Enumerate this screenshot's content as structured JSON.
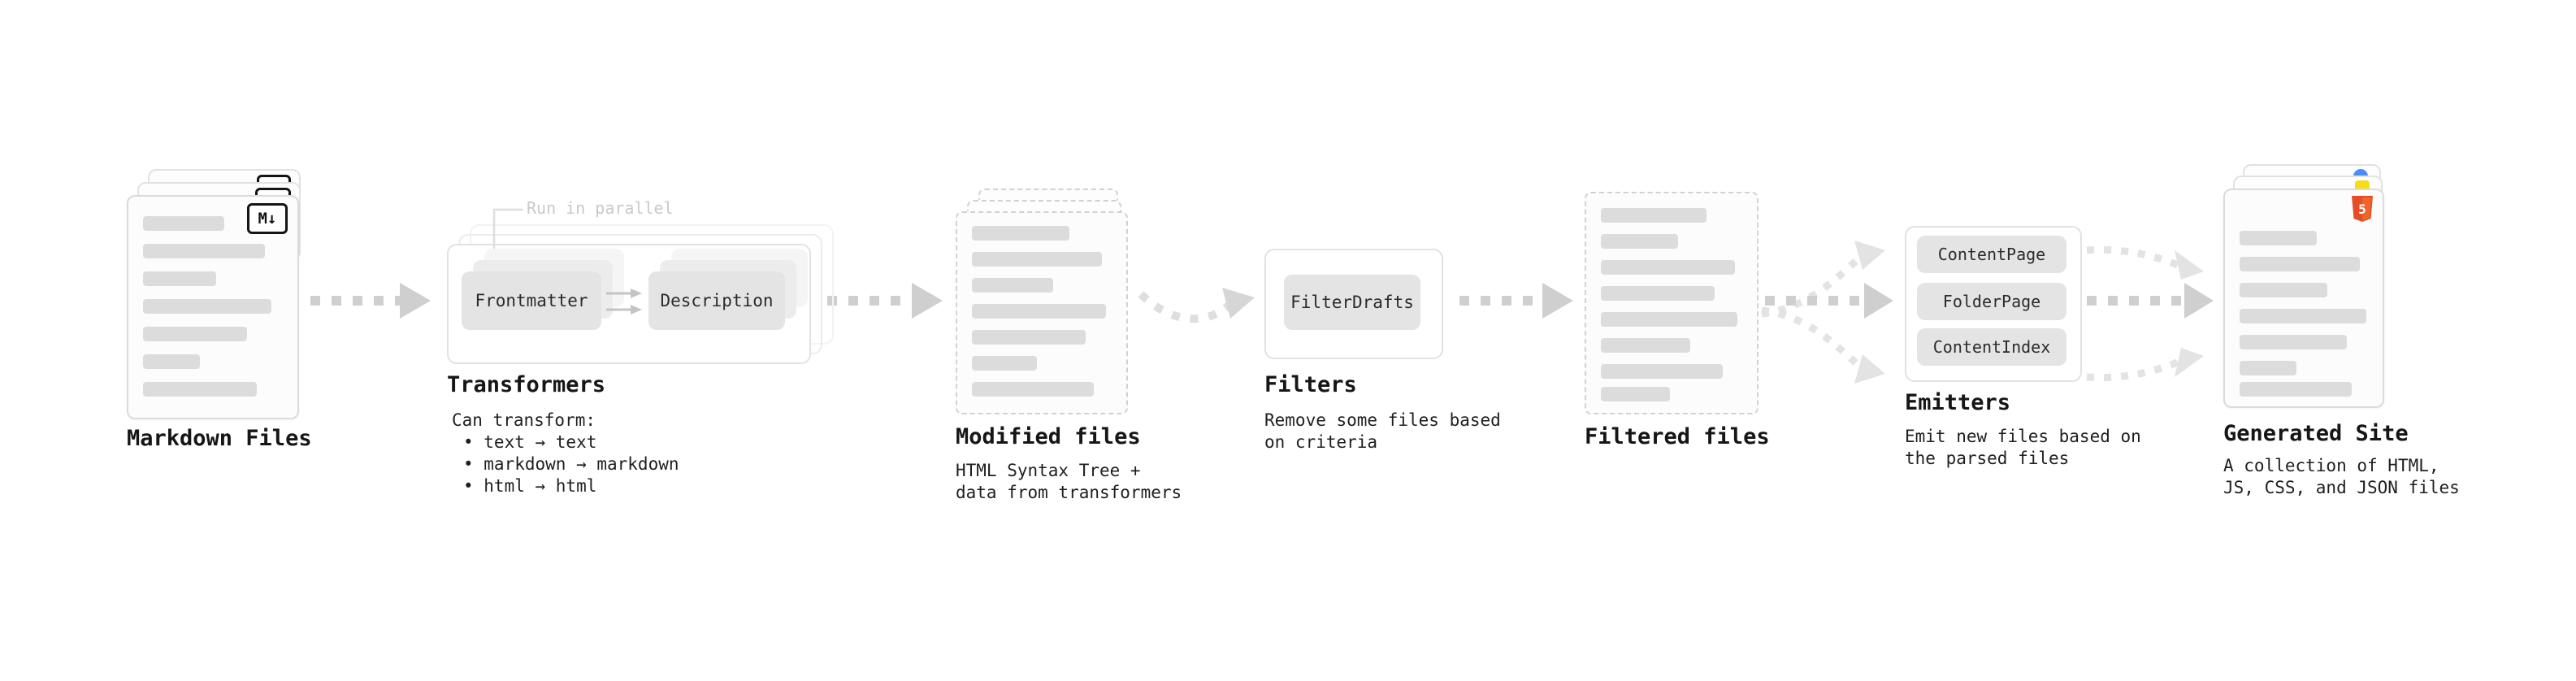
{
  "diagram": {
    "annotation_run_in_parallel": "Run in parallel",
    "nodes": {
      "markdown_files": {
        "label": "Markdown Files",
        "badge": "M↓"
      },
      "transformers": {
        "label": "Transformers",
        "chips": [
          "Frontmatter",
          "Description"
        ],
        "desc": [
          "Can transform:",
          "• text → text",
          "• markdown → markdown",
          "• html → html"
        ]
      },
      "modified_files": {
        "label": "Modified files",
        "desc": [
          "HTML Syntax Tree +",
          "data from transformers"
        ]
      },
      "filters": {
        "label": "Filters",
        "chips": [
          "FilterDrafts"
        ],
        "desc": [
          "Remove some files based",
          "on criteria"
        ]
      },
      "filtered_files": {
        "label": "Filtered files"
      },
      "emitters": {
        "label": "Emitters",
        "chips": [
          "ContentPage",
          "FolderPage",
          "ContentIndex"
        ],
        "desc": [
          "Emit new files based on",
          "the parsed files"
        ]
      },
      "generated_site": {
        "label": "Generated Site",
        "badge": "5",
        "desc": [
          "A collection of HTML,",
          "JS, CSS, and JSON files"
        ]
      }
    },
    "colors": {
      "arrow": "#cfcfcf",
      "arrow_faint": "#e3e3e3",
      "card_border": "#d8d8d8",
      "dashed_border": "#d2d2d2",
      "placeholder_bar": "#dcdcdc",
      "chip": "#e4e4e4",
      "text": "#1a1a1a",
      "muted": "#c9c9c9",
      "html5_orange": "#e44d26",
      "js_yellow": "#f5de19",
      "json_blue": "#4a8df8"
    }
  }
}
